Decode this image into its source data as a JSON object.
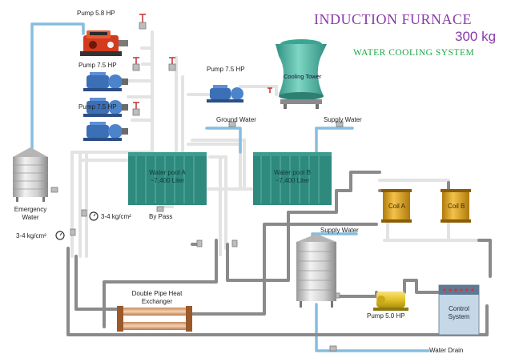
{
  "title": {
    "line1": "INDUCTION FURNACE",
    "line2": "300 kg",
    "line3": "WATER COOLING SYSTEM"
  },
  "labels": {
    "pump_58": "Pump 5.8 HP",
    "pump_75_a": "Pump 7.5 HP",
    "pump_75_b": "Pump 7.5 HP",
    "pump_75_c": "Pump 7.5 HP",
    "cooling_tower": "Cooling Tower",
    "ground_water": "Ground Water",
    "supply_water_top": "Supply Water",
    "supply_water_mid": "Supply Water",
    "pool_a_name": "Water pool A",
    "pool_a_cap": "~7,400 Liter",
    "pool_b_name": "Water pool B",
    "pool_b_cap": "~7,400 Liter",
    "emergency_water": "Emergency Water",
    "pressure_1": "3-4 kg/cm²",
    "pressure_2": "3-4 kg/cm²",
    "bypass": "By Pass",
    "coil_a": "Coil A",
    "coil_b": "Coil B",
    "heat_exchanger": "Double Pipe Heat Exchanger",
    "pump_50": "Pump 5.0 HP",
    "control_system": "Control System",
    "water_drain": "Water Drain"
  },
  "colors": {
    "title_purple": "#8a3aa8",
    "title_green": "#1da64a",
    "pipe_grey": "#8c8c8c",
    "pipe_blue": "#86bde0",
    "pipe_light": "#e2e2e2",
    "pool_teal": "#2f8a7e",
    "tower_teal": "#4fb8a6",
    "coil_orange": "#e0a21a",
    "pump_blue": "#3b6fb6",
    "engine_red": "#d43a1e"
  }
}
